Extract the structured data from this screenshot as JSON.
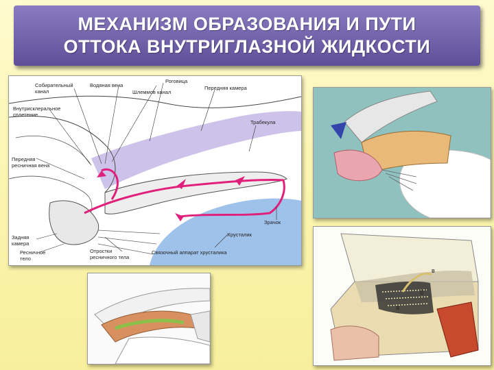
{
  "title": {
    "line1": "МЕХАНИЗМ ОБРАЗОВАНИЯ И ПУТИ",
    "line2": "ОТТОКА ВНУТРИГЛАЗНОЙ ЖИДКОСТИ"
  },
  "diagram_labels": {
    "collector_canal": "Собирательный канал",
    "aqueous_vein": "Водяная вена",
    "schlemm_canal": "Шлеммов канал",
    "cornea": "Роговица",
    "anterior_chamber": "Передняя камера",
    "intrascleral_plexus": "Внутрисклеральное сплетение",
    "trabecula": "Трабекула",
    "anterior_ciliary_vein": "Передняя ресничная вена",
    "posterior_chamber": "Задняя камера",
    "ciliary_body": "Ресничное тело",
    "ciliary_processes": "Отростки ресничного тела",
    "lens_zonule": "Связочный аппарат хрусталика",
    "lens": "Хрусталик",
    "pupil": "Зрачок"
  },
  "panel3_letters": {
    "v": "в",
    "b": "б",
    "a": "а"
  },
  "colors": {
    "title_bg": "#6b5ca8",
    "background": "#fbf6b4",
    "flow_arrows": "#e0207a",
    "lens_blue": "#9fc2ea",
    "cornea_lilac": "#c8bce8",
    "panel2_bg": "#8fc2bf"
  }
}
